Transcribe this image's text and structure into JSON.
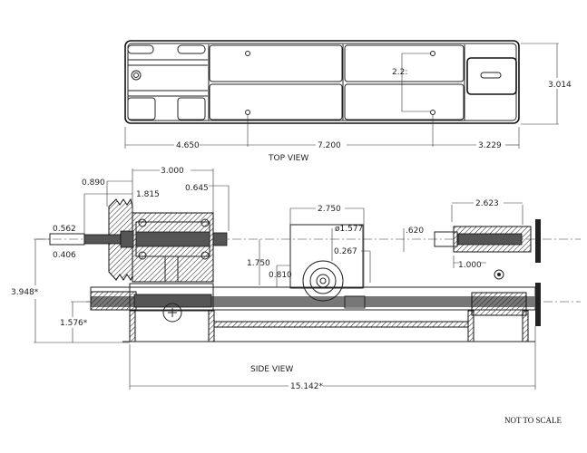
{
  "top_view": {
    "title": "TOP VIEW",
    "dims": {
      "left": "4.650",
      "middle": "7.200",
      "right": "3.229",
      "height": "3.014",
      "hole_spacing": "2.2:"
    }
  },
  "side_view": {
    "title": "SIDE VIEW",
    "dims": {
      "headstock_width": "3.000",
      "pulley_offset": "0.890",
      "pulley_to_spindle": "1.815",
      "spindle_nut": "0.645",
      "spindle_od": "0.562",
      "spindle_id": "0.406",
      "center_height": "1.750",
      "bed_offset": "0.810",
      "carriage_width": "2.750",
      "handwheel_dia": "ø1.577",
      "cross_offset": "0.267",
      "tail_quill": ".620",
      "tailstock_length": "2.623",
      "tail_offset": "1.000",
      "overall_height": "3.948*",
      "leadscrew_height": "1.576*",
      "overall_length": "15.142*"
    }
  },
  "note": "NOT TO SCALE"
}
